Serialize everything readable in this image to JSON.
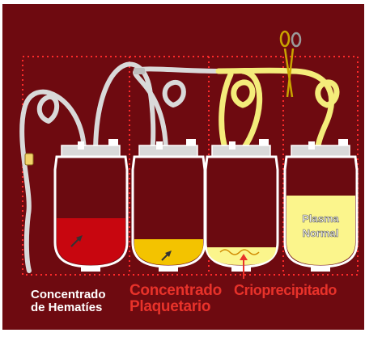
{
  "colors": {
    "background": "#6e0a10",
    "bag_outline": "#ffffff",
    "tube_clear": "#d9d9d9",
    "tube_yellow": "#f4ec7a",
    "blood": "#6b0a10",
    "red_cells": "#c8060f",
    "platelets": "#f3c300",
    "plasma": "#fbf58c",
    "label_white": "#ffffff",
    "label_red": "#e8322a"
  },
  "bags": [
    {
      "label_line1": "Concentrado",
      "label_line2": "de Hematíes",
      "content": "red-cells"
    },
    {
      "label_line1": "Concentrado",
      "label_line2": "Plaquetario",
      "content": "platelets"
    },
    {
      "label_line1": "Crioprecipitado",
      "content": "cryoprecipitate"
    },
    {
      "label_line1": "Plasma",
      "label_line2": "Normal",
      "content": "plasma"
    }
  ],
  "icons": [
    "scissors-icon",
    "arrow-icon",
    "clamp-icon"
  ]
}
